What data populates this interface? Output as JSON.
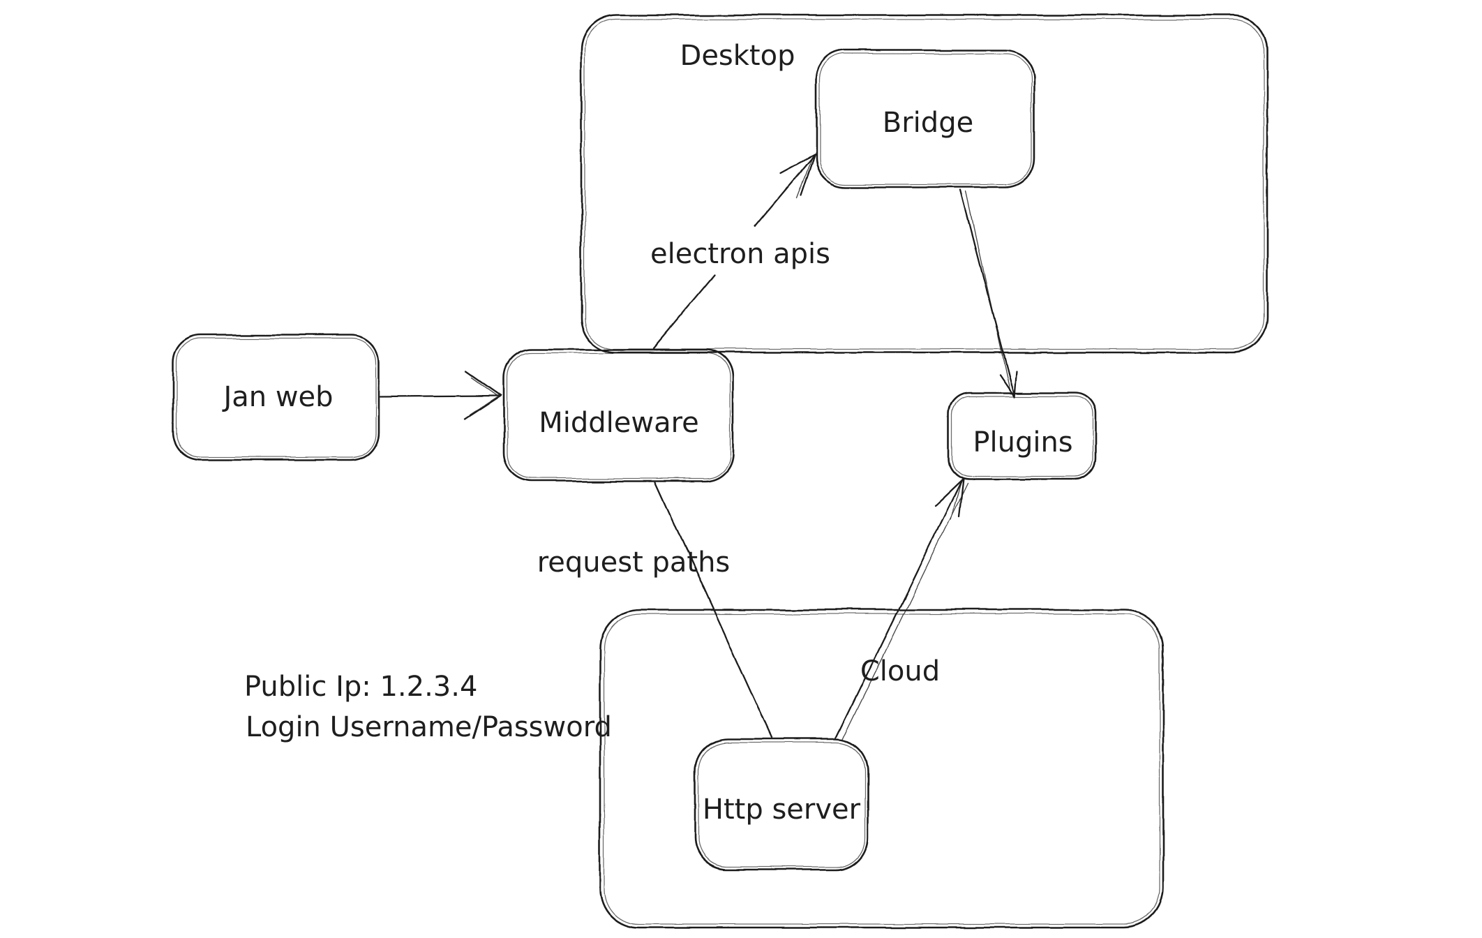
{
  "diagram": {
    "background": "#ffffff",
    "stroke_color": "#1e1e1e",
    "containers": [
      {
        "id": "desktop",
        "label": "Desktop"
      },
      {
        "id": "cloud",
        "label": "Cloud"
      }
    ],
    "nodes": [
      {
        "id": "jan-web",
        "label": "Jan web"
      },
      {
        "id": "middleware",
        "label": "Middleware"
      },
      {
        "id": "bridge",
        "label": "Bridge"
      },
      {
        "id": "plugins",
        "label": "Plugins"
      },
      {
        "id": "http-server",
        "label": "Http server"
      }
    ],
    "edges": [
      {
        "id": "jan-web-to-middleware",
        "from": "Jan web",
        "to": "Middleware",
        "label": ""
      },
      {
        "id": "middleware-to-bridge",
        "from": "Middleware",
        "to": "Bridge",
        "label": "electron apis"
      },
      {
        "id": "bridge-to-plugins",
        "from": "Bridge",
        "to": "Plugins",
        "label": ""
      },
      {
        "id": "middleware-to-http-server",
        "from": "Middleware",
        "to": "Http server",
        "label": "request paths"
      },
      {
        "id": "http-server-to-plugins",
        "from": "Http server",
        "to": "Plugins",
        "label": ""
      }
    ],
    "notes": {
      "public_ip": "Public Ip: 1.2.3.4",
      "login": "Login Username/Password"
    }
  }
}
